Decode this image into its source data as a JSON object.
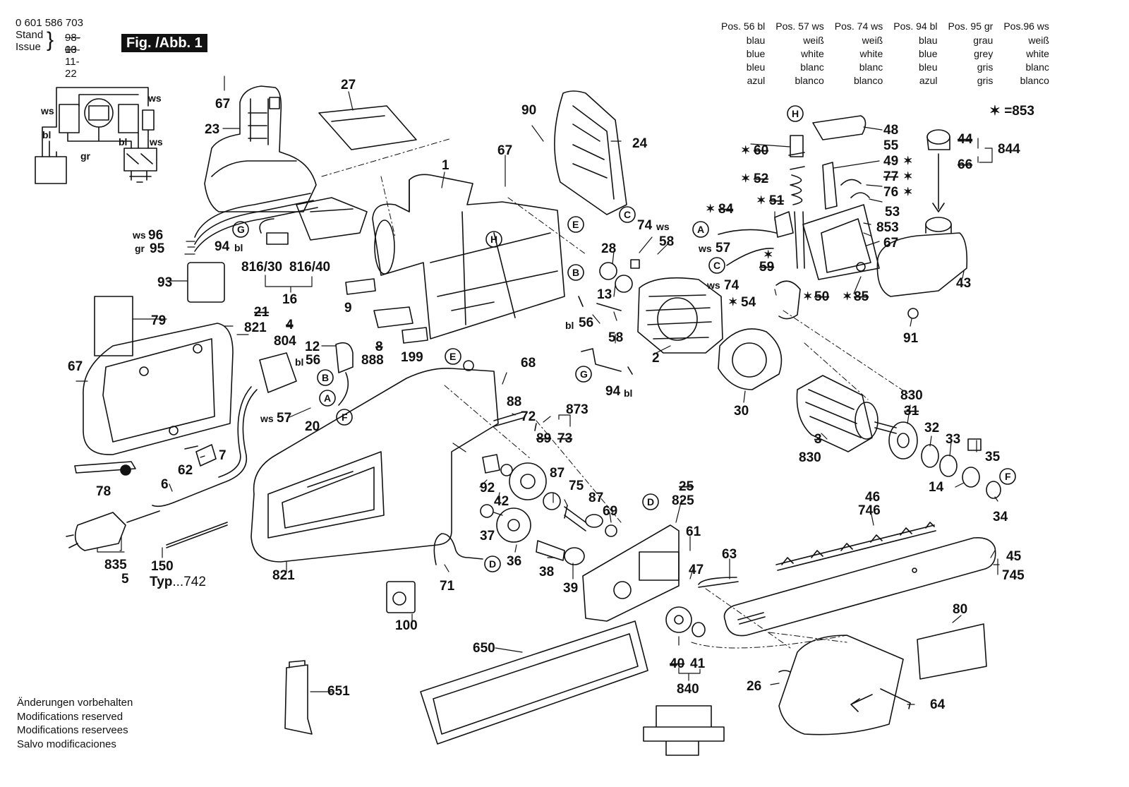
{
  "header": {
    "doc_number": "0 601 586 703",
    "stand_label": "Stand",
    "issue_label": "Issue",
    "stand_old": "98-03",
    "issue_date": "10-11-22",
    "figure_title": "Fig. /Abb. 1"
  },
  "color_legend": {
    "positions": [
      "Pos. 56 bl",
      "Pos. 57 ws",
      "Pos. 74 ws",
      "Pos. 94 bl",
      "Pos. 95 gr",
      "Pos.96 ws"
    ],
    "rows": [
      [
        "blau",
        "weiß",
        "weiß",
        "blau",
        "grau",
        "weiß"
      ],
      [
        "blue",
        "white",
        "white",
        "blue",
        "grey",
        "white"
      ],
      [
        "bleu",
        "blanc",
        "blanc",
        "bleu",
        "gris",
        "blanc"
      ],
      [
        "azul",
        "blanco",
        "blanco",
        "azul",
        "gris",
        "blanco"
      ]
    ]
  },
  "star_note": "✶ =853",
  "footer_lines": [
    "Änderungen vorbehalten",
    "Modifications reserved",
    "Modifications reservees",
    "Salvo modificaciones"
  ],
  "type_note": {
    "prefix": "Typ",
    "suffix": "...742"
  },
  "circle_refs": [
    "H",
    "G",
    "E",
    "B",
    "A",
    "F",
    "C",
    "D"
  ],
  "wire_colors": {
    "ws": "ws",
    "bl": "bl",
    "gr": "gr"
  },
  "part_labels": [
    {
      "id": "p67a",
      "text": "67"
    },
    {
      "id": "p23",
      "text": "23"
    },
    {
      "id": "p27",
      "text": "27"
    },
    {
      "id": "p90",
      "text": "90"
    },
    {
      "id": "p24",
      "text": "24"
    },
    {
      "id": "p67b",
      "text": "67"
    },
    {
      "id": "p1",
      "text": "1"
    },
    {
      "id": "p96",
      "text": "96"
    },
    {
      "id": "p95",
      "text": "95"
    },
    {
      "id": "p94a",
      "text": "94"
    },
    {
      "id": "p93",
      "text": "93"
    },
    {
      "id": "p816_30",
      "text": "816/30"
    },
    {
      "id": "p816_40",
      "text": "816/40"
    },
    {
      "id": "p16",
      "text": "16"
    },
    {
      "id": "p9",
      "text": "9"
    },
    {
      "id": "p79",
      "text": "79"
    },
    {
      "id": "p821a",
      "text": "821"
    },
    {
      "id": "p21",
      "text": "21"
    },
    {
      "id": "p4",
      "text": "4"
    },
    {
      "id": "p804",
      "text": "804"
    },
    {
      "id": "p12",
      "text": "12"
    },
    {
      "id": "p56a",
      "text": "56"
    },
    {
      "id": "p8",
      "text": "8"
    },
    {
      "id": "p888",
      "text": "888"
    },
    {
      "id": "p199",
      "text": "199"
    },
    {
      "id": "p67c",
      "text": "67"
    },
    {
      "id": "p57a",
      "text": "57"
    },
    {
      "id": "p20",
      "text": "20"
    },
    {
      "id": "p7",
      "text": "7"
    },
    {
      "id": "p62",
      "text": "62"
    },
    {
      "id": "p78",
      "text": "78"
    },
    {
      "id": "p6",
      "text": "6"
    },
    {
      "id": "p835",
      "text": "835"
    },
    {
      "id": "p5",
      "text": "5"
    },
    {
      "id": "p150",
      "text": "150"
    },
    {
      "id": "p821b",
      "text": "821"
    },
    {
      "id": "p100",
      "text": "100"
    },
    {
      "id": "p71",
      "text": "71"
    },
    {
      "id": "p68",
      "text": "68"
    },
    {
      "id": "p88",
      "text": "88"
    },
    {
      "id": "p72",
      "text": "72"
    },
    {
      "id": "p873",
      "text": "873"
    },
    {
      "id": "p89",
      "text": "89"
    },
    {
      "id": "p73",
      "text": "73"
    },
    {
      "id": "p92",
      "text": "92"
    },
    {
      "id": "p42",
      "text": "42"
    },
    {
      "id": "p87a",
      "text": "87"
    },
    {
      "id": "p75",
      "text": "75"
    },
    {
      "id": "p87b",
      "text": "87"
    },
    {
      "id": "p69",
      "text": "69"
    },
    {
      "id": "p37",
      "text": "37"
    },
    {
      "id": "p36",
      "text": "36"
    },
    {
      "id": "p38",
      "text": "38"
    },
    {
      "id": "p39",
      "text": "39"
    },
    {
      "id": "p28",
      "text": "28"
    },
    {
      "id": "p13",
      "text": "13"
    },
    {
      "id": "p74a",
      "text": "74"
    },
    {
      "id": "p58a",
      "text": "58"
    },
    {
      "id": "p56b",
      "text": "56"
    },
    {
      "id": "p58b",
      "text": "58"
    },
    {
      "id": "p94b",
      "text": "94"
    },
    {
      "id": "p2",
      "text": "2"
    },
    {
      "id": "p30",
      "text": "30"
    },
    {
      "id": "p48",
      "text": "48"
    },
    {
      "id": "p55",
      "text": "55"
    },
    {
      "id": "p49",
      "text": "49"
    },
    {
      "id": "p60",
      "text": "60"
    },
    {
      "id": "p52",
      "text": "52"
    },
    {
      "id": "p77",
      "text": "77"
    },
    {
      "id": "p76",
      "text": "76"
    },
    {
      "id": "p84",
      "text": "84"
    },
    {
      "id": "p51",
      "text": "51"
    },
    {
      "id": "p53",
      "text": "53"
    },
    {
      "id": "p853",
      "text": "853"
    },
    {
      "id": "p57b",
      "text": "57"
    },
    {
      "id": "p67d",
      "text": "67"
    },
    {
      "id": "p59",
      "text": "59"
    },
    {
      "id": "p74b",
      "text": "74"
    },
    {
      "id": "p50",
      "text": "50"
    },
    {
      "id": "p85",
      "text": "85"
    },
    {
      "id": "p54",
      "text": "54"
    },
    {
      "id": "p44",
      "text": "44"
    },
    {
      "id": "p66",
      "text": "66"
    },
    {
      "id": "p844",
      "text": "844"
    },
    {
      "id": "p43",
      "text": "43"
    },
    {
      "id": "p91",
      "text": "91"
    },
    {
      "id": "p830a",
      "text": "830"
    },
    {
      "id": "p31",
      "text": "31"
    },
    {
      "id": "p32",
      "text": "32"
    },
    {
      "id": "p33",
      "text": "33"
    },
    {
      "id": "p35",
      "text": "35"
    },
    {
      "id": "p14",
      "text": "14"
    },
    {
      "id": "p34",
      "text": "34"
    },
    {
      "id": "p3",
      "text": "3"
    },
    {
      "id": "p830b",
      "text": "830"
    },
    {
      "id": "p25",
      "text": "25"
    },
    {
      "id": "p825",
      "text": "825"
    },
    {
      "id": "p61",
      "text": "61"
    },
    {
      "id": "p47",
      "text": "47"
    },
    {
      "id": "p63",
      "text": "63"
    },
    {
      "id": "p46",
      "text": "46"
    },
    {
      "id": "p746",
      "text": "746"
    },
    {
      "id": "p45",
      "text": "45"
    },
    {
      "id": "p745",
      "text": "745"
    },
    {
      "id": "p80",
      "text": "80"
    },
    {
      "id": "p650",
      "text": "650"
    },
    {
      "id": "p651",
      "text": "651"
    },
    {
      "id": "p40",
      "text": "40"
    },
    {
      "id": "p41",
      "text": "41"
    },
    {
      "id": "p840",
      "text": "840"
    },
    {
      "id": "p26",
      "text": "26"
    },
    {
      "id": "p64",
      "text": "64"
    }
  ]
}
